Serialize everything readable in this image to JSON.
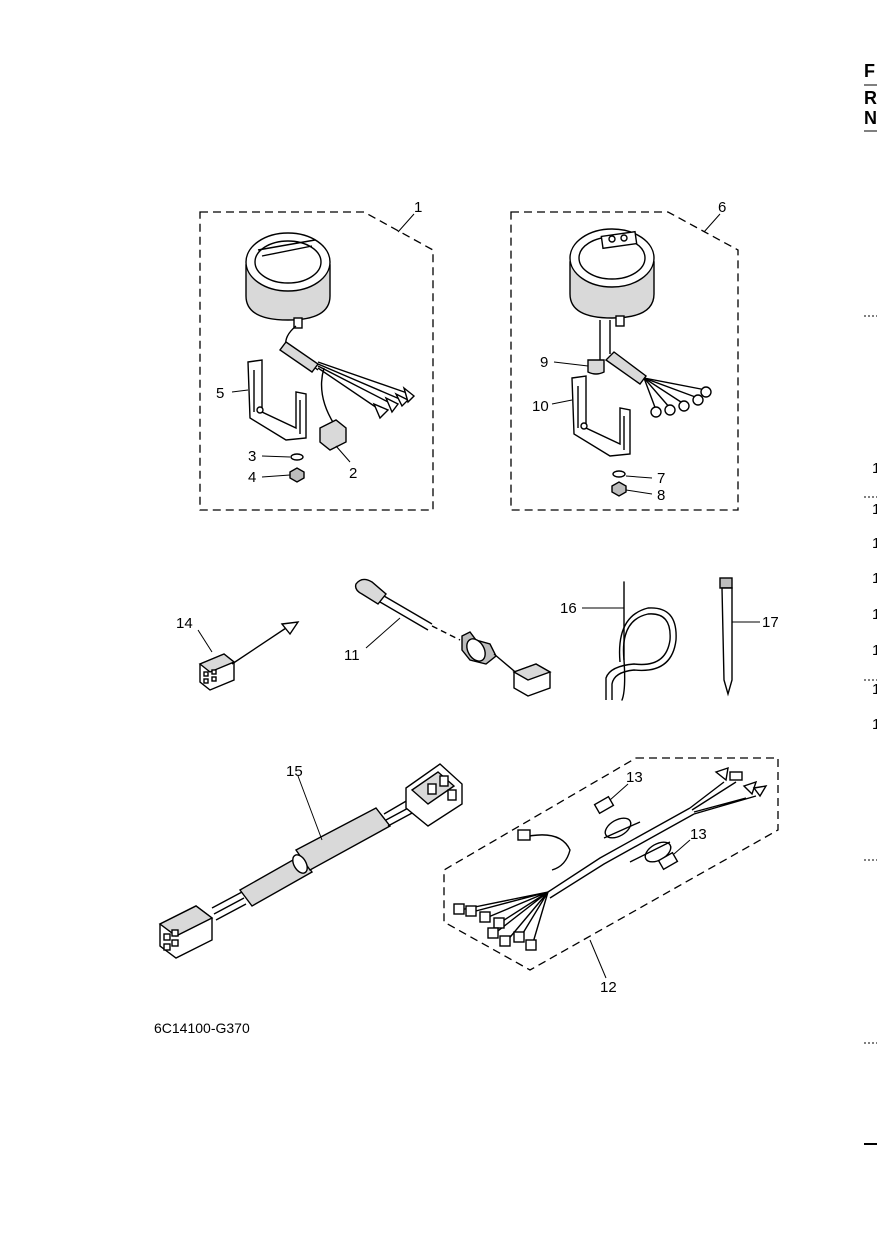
{
  "figure_code": "6C14100-G370",
  "edge_text": {
    "top": [
      "F",
      "R",
      "N"
    ],
    "side": [
      "1",
      "1",
      "1",
      "1",
      "1",
      "1",
      "1",
      "1"
    ]
  },
  "callouts": {
    "c1": "1",
    "c2": "2",
    "c3": "3",
    "c4": "4",
    "c5": "5",
    "c6": "6",
    "c7": "7",
    "c8": "8",
    "c9": "9",
    "c10": "10",
    "c11": "11",
    "c12": "12",
    "c13a": "13",
    "c13b": "13",
    "c14": "14",
    "c15": "15",
    "c16": "16",
    "c17": "17"
  }
}
